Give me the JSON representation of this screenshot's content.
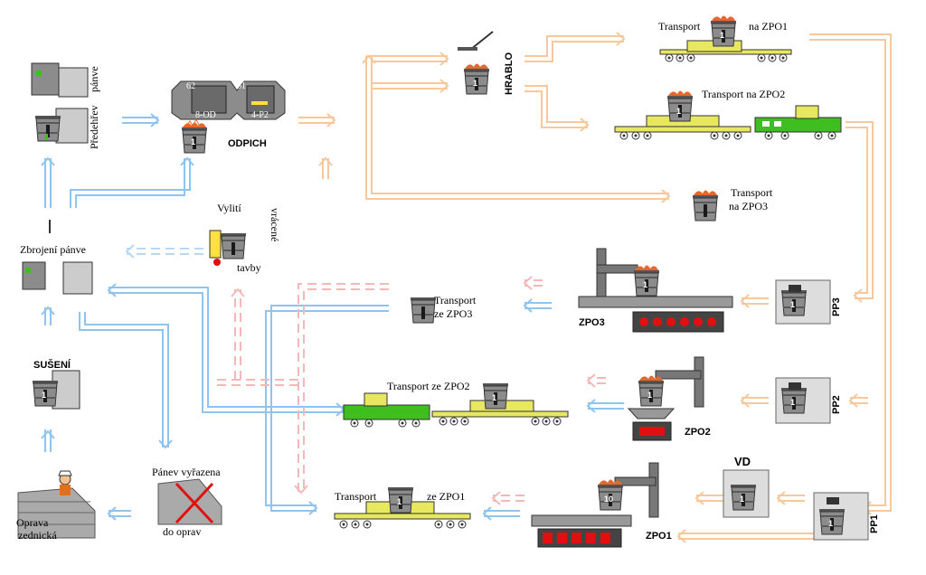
{
  "labels": {
    "predehrev": "Předehřev",
    "panve_top": "pánve",
    "odpich": "ODPICH",
    "furnace_62": "62",
    "furnace_61": "61",
    "furnace_8od": "8-OD",
    "furnace_4p2": "4-P2",
    "hrablo": "HRABLO",
    "transport_zpo1_top": "Transport",
    "na_zpo1": "na ZPO1",
    "transport_na_zpo2": "Transport na ZPO2",
    "transport_na_zpo3_a": "Transport",
    "transport_na_zpo3_b": "na ZPO3",
    "vyliti": "Vylití",
    "vracene": "vrácené",
    "tavby": "tavby",
    "zbrojeni": "Zbrojení pánve",
    "transport_ze_zpo3_a": "Transport",
    "transport_ze_zpo3_b": "ze ZPO3",
    "zpo3": "ZPO3",
    "pp3": "PP3",
    "suseni": "SUŠENÍ",
    "transport_ze_zpo2": "Transport ze ZPO2",
    "zpo2": "ZPO2",
    "pp2": "PP2",
    "vd": "VD",
    "panev_vyrazena": "Pánev vyřazena",
    "do_oprav": "do oprav",
    "oprava": "Oprava",
    "zednicka": "zednická",
    "transport_ze_zpo1_a": "Transport",
    "transport_ze_zpo1_b": "ze ZPO1",
    "zpo1": "ZPO1",
    "pp1": "PP1"
  },
  "ladle_numbers": {
    "generic": "1",
    "zpo1_ladle": "10"
  },
  "colors": {
    "hot_flow": "#f8c89a",
    "cold_flow": "#8fc4f0",
    "return_flow": "#f4b8b8",
    "ladle_gray": "#8c8c8c",
    "melt": "#e8682a",
    "locomotive": "#3fbf1f",
    "wagon": "#e8e860",
    "zpo_red": "#e01010"
  }
}
